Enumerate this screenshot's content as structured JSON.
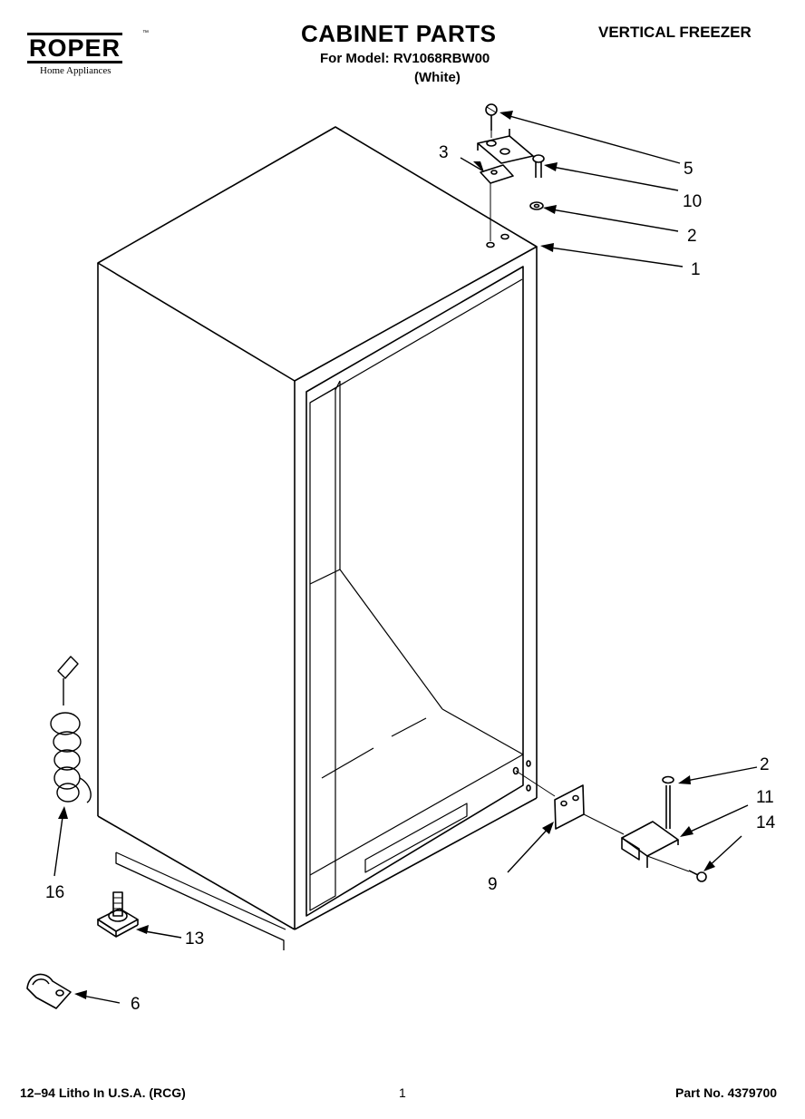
{
  "brand": {
    "name": "ROPER",
    "tagline": "Home Appliances",
    "trademark": "™"
  },
  "header": {
    "title": "CABINET PARTS",
    "model_line": "For Model: RV1068RBW00",
    "color_line": "(White)",
    "category": "VERTICAL FREEZER"
  },
  "callouts": [
    "5",
    "3",
    "10",
    "2",
    "1",
    "2",
    "11",
    "14",
    "9",
    "16",
    "13",
    "6"
  ],
  "footer": {
    "print_info": "12–94 Litho In U.S.A. (RCG)",
    "page_number": "1",
    "part_number": "Part No. 4379700"
  }
}
